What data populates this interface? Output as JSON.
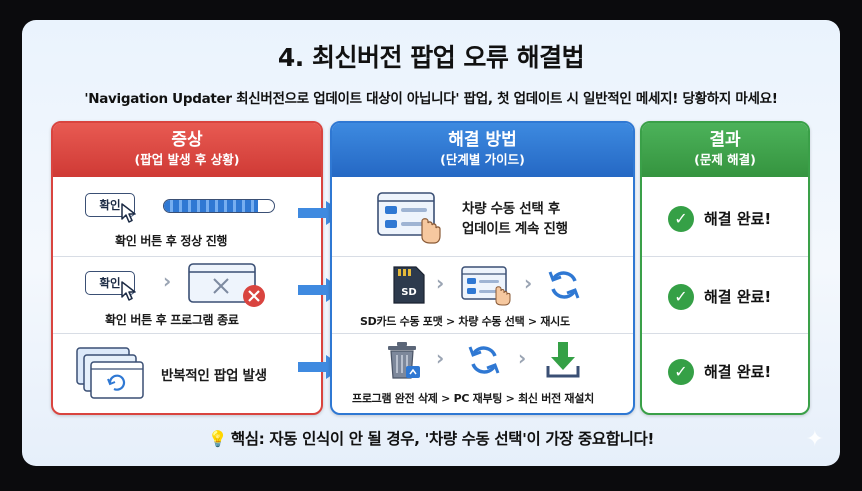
{
  "title": "4. 최신버전 팝업 오류 해결법",
  "subtitle": "'Navigation Updater 최신버전으로 업데이트 대상이 아닙니다' 팝업, 첫 업데이트 시 일반적인 메세지! 당황하지 마세요!",
  "columns": {
    "symptom": {
      "title": "증상",
      "subtitle": "(팝업 발생 후 상황)"
    },
    "solution": {
      "title": "해결 방법",
      "subtitle": "(단계별 가이드)"
    },
    "result": {
      "title": "결과",
      "subtitle": "(문제 해결)"
    }
  },
  "confirm_label": "확인",
  "rows": [
    {
      "symptom": "확인 버튼 후 정상 진행",
      "solution_line1": "차량 수동 선택 후",
      "solution_line2": "업데이트 계속 진행",
      "result": "해결 완료!",
      "progress": 0.85
    },
    {
      "symptom": "확인 버튼 후 프로그램 종료",
      "solution": "SD카드 수동 포맷 > 차량 수동 선택 > 재시도",
      "sd_label": "SD",
      "result": "해결 완료!"
    },
    {
      "symptom": "반복적인 팝업 발생",
      "solution": "프로그램 완전 삭제 > PC 재부팅 > 최신 버전 재설치",
      "result": "해결 완료!"
    }
  ],
  "bottom_note": "핵심: 자동 인식이 안 될 경우, '차량 수동 선택'이 가장 중요합니다!",
  "icons": [
    "mouse-cursor-icon",
    "progress-bar-icon",
    "window-error-icon",
    "stacked-windows-icon",
    "arrow-right-icon",
    "vehicle-list-icon",
    "sd-card-icon",
    "refresh-icon",
    "trash-icon",
    "download-icon",
    "check-icon",
    "lightbulb-icon"
  ],
  "colors": {
    "symptom": "#d9443f",
    "solution": "#2f78d3",
    "result": "#3aa048"
  }
}
